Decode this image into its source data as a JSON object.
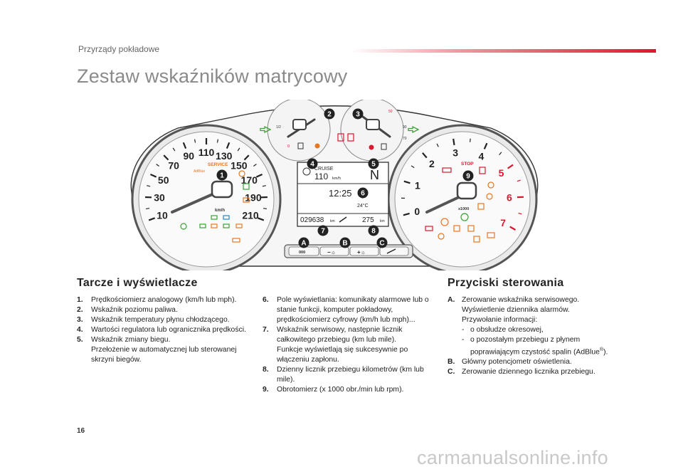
{
  "header": {
    "section": "Przyrządy pokładowe",
    "title": "Zestaw wskaźników matrycowy"
  },
  "cluster": {
    "speedo_ticks": [
      "10",
      "30",
      "50",
      "70",
      "90",
      "110",
      "130",
      "150",
      "170",
      "190",
      "210"
    ],
    "speedo_unit": "km/h",
    "service_label": "SERVICE",
    "adblue_label": "AdBlue",
    "tacho_ticks": [
      "0",
      "1",
      "2",
      "3",
      "4",
      "5",
      "6",
      "7"
    ],
    "tacho_unit": "x1000",
    "stop_label": "STOP",
    "temp_low": "50",
    "temp_mid": "90",
    "temp_high": "70",
    "fuel_half": "1/2",
    "fuel_zero": "0",
    "display": {
      "cruise": "CRUISE",
      "speed": "110",
      "speed_unit": "km/h",
      "gear": "N",
      "time": "12:25",
      "temp": "24°C",
      "odometer": "029638",
      "odo_unit": "km",
      "trip": "275",
      "trip_unit": "km"
    },
    "markers": [
      "1",
      "2",
      "3",
      "4",
      "5",
      "6",
      "7",
      "8",
      "9",
      "A",
      "B",
      "C"
    ],
    "buttons": {
      "a": "000",
      "b_minus": "−☼",
      "b_plus": "+☼"
    }
  },
  "left_heading": "Tarcze i wyświetlacze",
  "right_heading": "Przyciski sterowania",
  "col1": [
    {
      "num": "1.",
      "text": "Prędkościomierz analogowy (km/h lub mph)."
    },
    {
      "num": "2.",
      "text": "Wskaźnik poziomu paliwa."
    },
    {
      "num": "3.",
      "text": "Wskaźnik temperatury płynu chłodzącego."
    },
    {
      "num": "4.",
      "text": "Wartości regulatora lub ogranicznika prędkości."
    },
    {
      "num": "5.",
      "text": "Wskaźnik zmiany biegu.",
      "extra": "Przełożenie w automatycznej lub sterowanej skrzyni biegów."
    }
  ],
  "col2": [
    {
      "num": "6.",
      "text": "Pole wyświetlania: komunikaty alarmowe lub o stanie funkcji, komputer pokładowy, prędkościomierz cyfrowy (km/h lub mph)..."
    },
    {
      "num": "7.",
      "text": "Wskaźnik serwisowy, następnie licznik całkowitego przebiegu (km lub mile).",
      "extra": "Funkcje wyświetlają się sukcesywnie po włączeniu zapłonu."
    },
    {
      "num": "8.",
      "text": "Dzienny licznik przebiegu kilometrów (km lub mile)."
    },
    {
      "num": "9.",
      "text": "Obrotomierz (x 1000 obr./min lub rpm)."
    }
  ],
  "col3": {
    "a_num": "A.",
    "a_text": "Zerowanie wskaźnika serwisowego.",
    "a_line2": "Wyświetlenie dziennika alarmów.",
    "a_line3": "Przywołanie informacji:",
    "a_sub1": "o obsłudze okresowej,",
    "a_sub2_pre": "o pozostałym przebiegu z płynem poprawiającym czystość spalin (AdBlue",
    "a_sub2_reg": "®",
    "a_sub2_post": ").",
    "b_num": "B.",
    "b_text": "Główny potencjometr oświetlenia.",
    "c_num": "C.",
    "c_text": "Zerowanie dziennego licznika przebiegu.",
    "dash": "-"
  },
  "page_number": "16",
  "watermark": "carmanualsonline.info",
  "colors": {
    "accent_red": "#d8192f",
    "warning_orange": "#e87722",
    "indicator_green": "#3aa335",
    "indicator_blue": "#1e88c9",
    "marker_dark": "#222222"
  }
}
